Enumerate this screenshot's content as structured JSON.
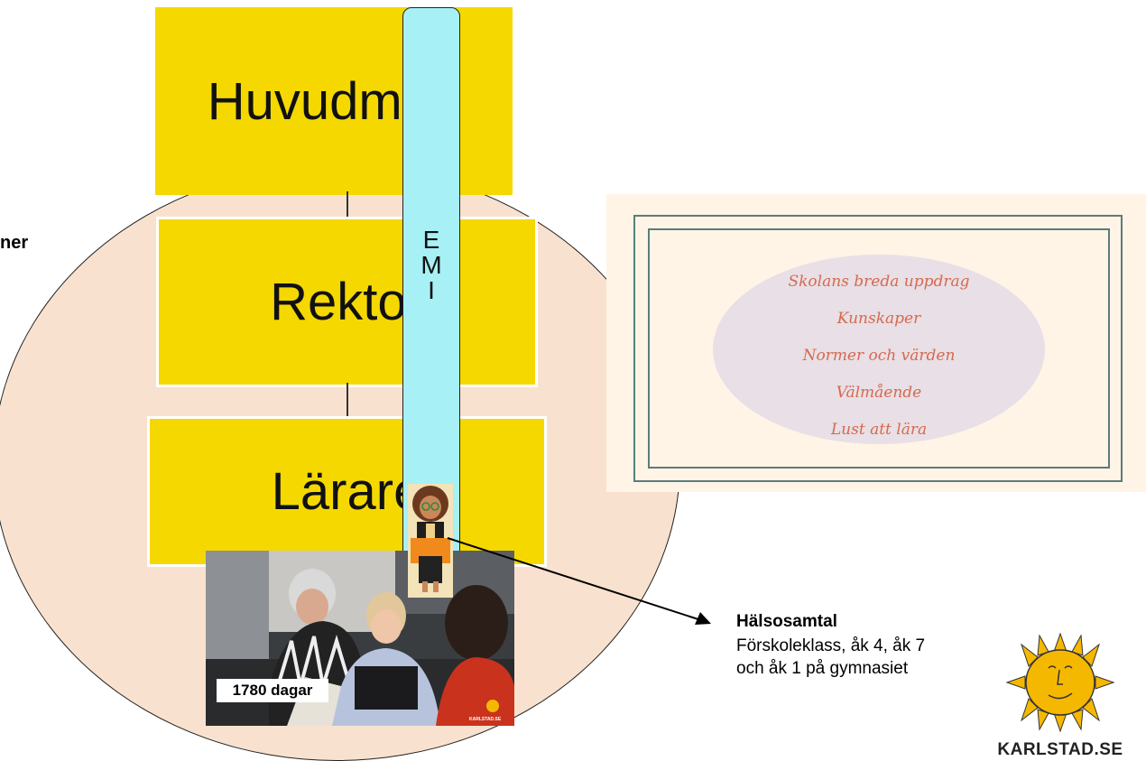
{
  "side_label": "ner",
  "hierarchy": {
    "top": "Huvudman",
    "middle": "Rektor",
    "bottom": "Lärare"
  },
  "emi": [
    "E",
    "M",
    "I"
  ],
  "poster": {
    "lines": [
      "Skolans breda uppdrag",
      "Kunskaper",
      "Normer och värden",
      "Välmående",
      "Lust att lära"
    ]
  },
  "photo": {
    "caption": "1780 dagar",
    "watermark": "KARLSTAD.SE"
  },
  "health_talk": {
    "title": "Hälsosamtal",
    "text": "Förskoleklass, åk 4, åk 7 och åk 1 på gymnasiet"
  },
  "logo": {
    "text": "KARLSTAD.SE",
    "sun_color": "#f5b800"
  },
  "colors": {
    "box": "#f5d800",
    "circle": "#f8e2cf",
    "emi": "#a7f0f6",
    "poster_text": "#d46a4e"
  }
}
